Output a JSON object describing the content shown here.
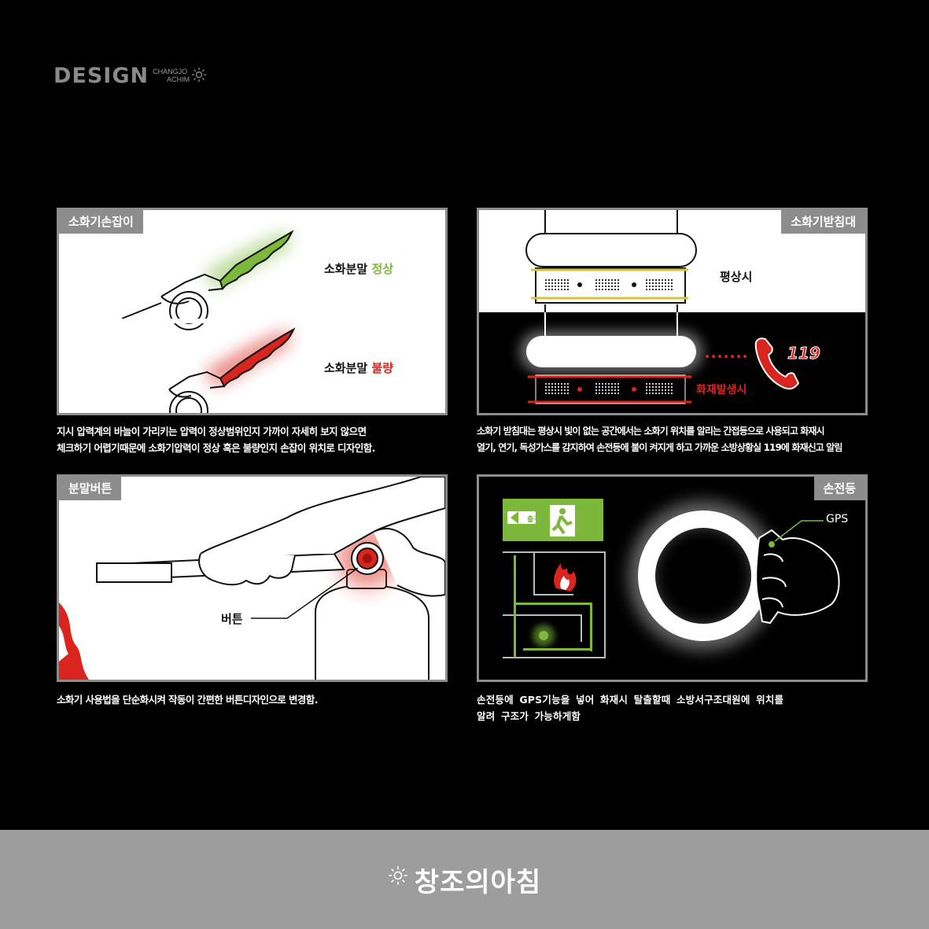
{
  "brand": {
    "logo_main": "DESIGN",
    "logo_sub_line1": "CHANGJO",
    "logo_sub_line2": "ACHIM",
    "logo_icon": "sun-icon",
    "footer_text": "창조의아침",
    "footer_icon": "sun-icon"
  },
  "colors": {
    "background": "#000000",
    "panel_border": "#8d8d8d",
    "footer_bg": "#9d9d9d",
    "green": "#7cb83a",
    "red": "#d9251d"
  },
  "panels": {
    "handle": {
      "tag": "소화기손잡이",
      "label_normal_prefix": "소화분말 ",
      "label_normal_status": "정상",
      "label_bad_prefix": "소화분말 ",
      "label_bad_status": "불량",
      "caption_line1": "지시 압력계의 바늘이 가리키는 압력이 정상범위인지 가까이 자세히 보지 않으면",
      "caption_line2": "체크하기 어렵기때문에 소화기압력이 정상 혹은 불량인지 손잡이 위치로 디자인함."
    },
    "stand": {
      "tag": "소화기받침대",
      "label_normal": "평상시",
      "label_fire": "화재발생시",
      "phone_number": "119",
      "caption_line1": "소화기 받침대는 평상시 빛이 없는 공간에서는 소화기 위치를 알리는 간접등으로 사용되고 화재시",
      "caption_line2": "열기, 연기, 독성가스를 감지하여 손전등에 불이 켜지게 하고 가까운 소방상황실 119에 화재신고 알림"
    },
    "button": {
      "tag": "분말버튼",
      "label_button": "버튼",
      "caption_line1": "소화기 사용법을 단순화시켜 작동이 간편한 버튼디자인으로 변경함."
    },
    "flashlight": {
      "tag": "손전등",
      "label_gps": "GPS",
      "exit_sign_text": "출구",
      "caption_line1": "손전등에 GPS기능을 넣어 화재시 탈출할때 소방서구조대원에 위치를",
      "caption_line2": "알려 구조가 가능하게함"
    }
  }
}
